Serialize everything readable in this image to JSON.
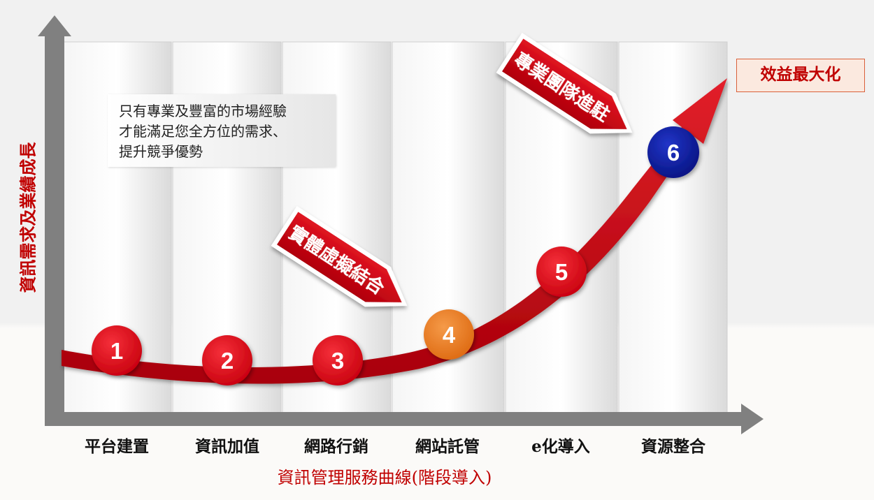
{
  "y_axis_title": "資訊需求及業績成長",
  "x_axis_title": "資訊管理服務曲線(階段導入)",
  "stages": [
    {
      "number": "1",
      "label": "平台建置",
      "color": "#d40012"
    },
    {
      "number": "2",
      "label": "資訊加值",
      "color": "#d40012"
    },
    {
      "number": "3",
      "label": "網路行銷",
      "color": "#d40012"
    },
    {
      "number": "4",
      "label": "網站託管",
      "color": "#e97a1d"
    },
    {
      "number": "5",
      "label": "e化導入",
      "color": "#d40012"
    },
    {
      "number": "6",
      "label": "資源整合",
      "color": "#0a1aa0"
    }
  ],
  "note_lines": [
    "只有專業及豐富的市場經驗",
    "才能滿足您全方位的需求、",
    "提升競爭優勢"
  ],
  "banners": {
    "virtual_real": "實體虛擬結合",
    "expert_team": "專業團隊進駐"
  },
  "goal_label": "效益最大化",
  "colors": {
    "accent": "#c00000",
    "curve": "#c8000f",
    "axis": "#7f7f7f"
  }
}
